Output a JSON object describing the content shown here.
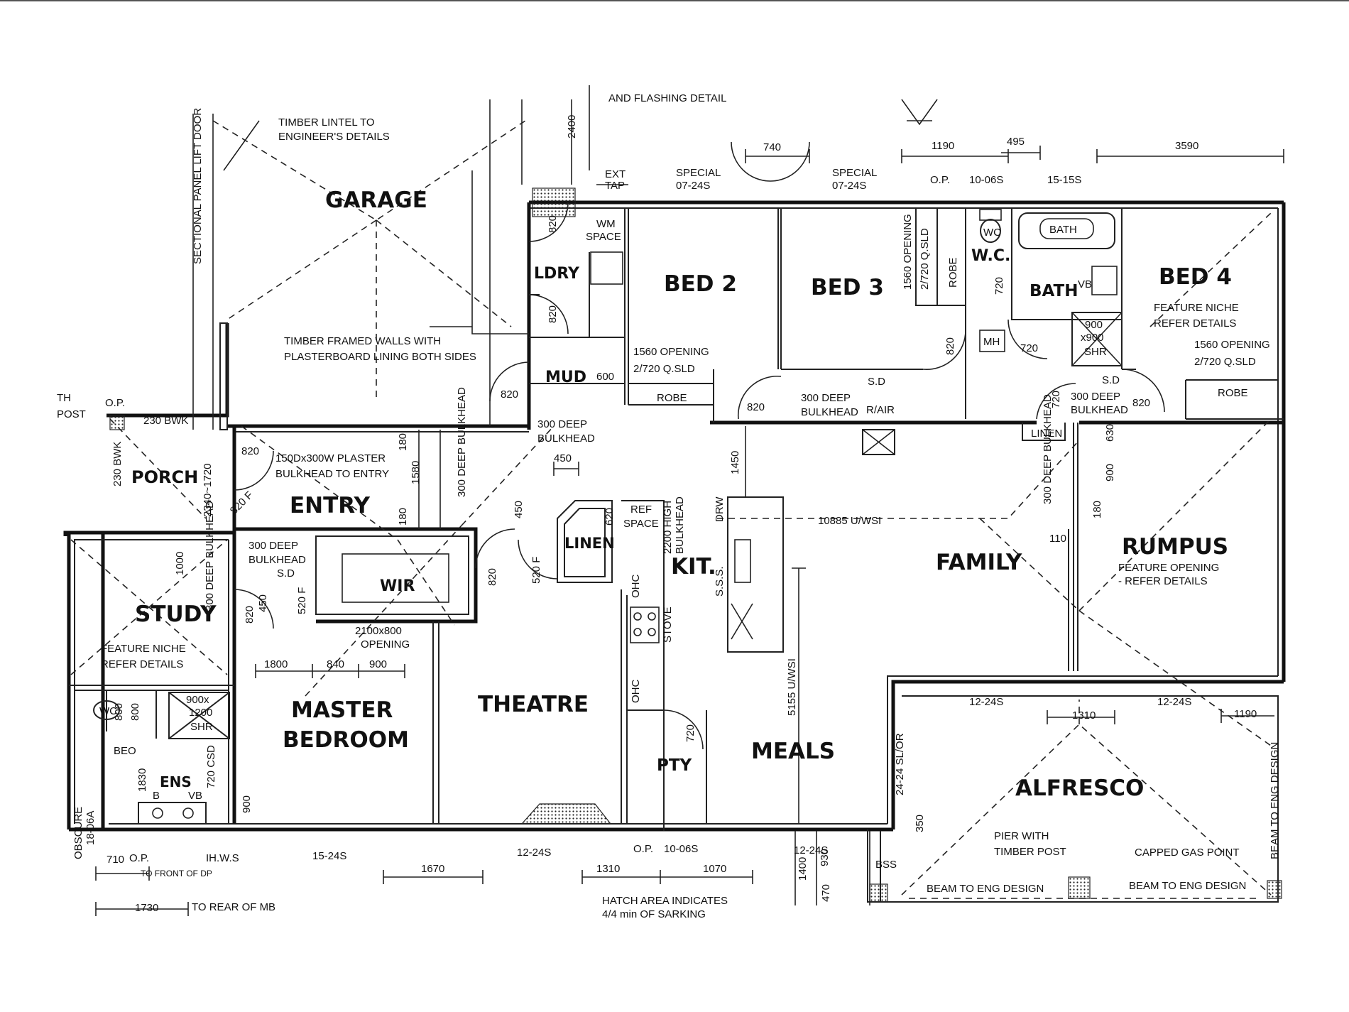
{
  "rooms": {
    "garage": "GARAGE",
    "ldry": "LDRY",
    "bed2": "BED 2",
    "bed3": "BED 3",
    "wc": "W.C.",
    "bath": "BATH",
    "bed4": "BED 4",
    "mud": "MUD",
    "porch": "PORCH",
    "entry": "ENTRY",
    "linen": "LINEN",
    "kit": "KIT.",
    "family": "FAMILY",
    "rumpus": "RUMPUS",
    "study": "STUDY",
    "wir": "WIR",
    "master_line1": "MASTER",
    "master_line2": "BEDROOM",
    "theatre": "THEATRE",
    "pty": "PTY",
    "meals": "MEALS",
    "alfresco": "ALFRESCO",
    "ens": "ENS"
  },
  "notes": {
    "timber_lintel_1": "TIMBER LINTEL TO",
    "timber_lintel_2": "ENGINEER'S DETAILS",
    "sectional_door": "SECTIONAL PANEL LIFT DOOR",
    "timber_walls_1": "TIMBER FRAMED WALLS WITH",
    "timber_walls_2": "PLASTERBOARD LINING BOTH SIDES",
    "wm_space_1": "WM",
    "wm_space_2": "SPACE",
    "ext_tap_1": "EXT",
    "ext_tap_2": "TAP",
    "special_1a": "SPECIAL",
    "special_1b": "07-24S",
    "special_2a": "SPECIAL",
    "special_2b": "07-24S",
    "op_top": "O.P.",
    "w_1006_top": "10-06S",
    "w_1515": "15-15S",
    "opening_1560_a": "1560 OPENING",
    "qsld_a": "2/720 Q.SLD",
    "opening_1560_v": "1560 OPENING",
    "qsld_v": "2/720 Q.SLD",
    "opening_1560_b": "1560 OPENING",
    "qsld_b": "2/720 Q.SLD",
    "robe_1": "ROBE",
    "robe_2": "ROBE",
    "robe_3": "ROBE",
    "feature_niche_1": "FEATURE NICHE",
    "refer_details_1": "REFER DETAILS",
    "feature_niche_2": "FEATURE NICHE",
    "refer_details_2": "REFER DETAILS",
    "shr_1": "900",
    "shr_2": "x900",
    "shr_3": "SHR",
    "mh": "MH",
    "sd_1": "S.D",
    "sd_2": "S.D",
    "sd_3": "S.D",
    "bulkhead_300_a1": "300 DEEP",
    "bulkhead_300_a2": "BULKHEAD",
    "bulkhead_300_b1": "300 DEEP",
    "bulkhead_300_b2": "BULKHEAD",
    "bulkhead_300_c1": "300 DEEP",
    "bulkhead_300_c2": "BULKHEAD",
    "bulkhead_300_d1": "300 DEEP",
    "bulkhead_300_d2": "BULKHEAD",
    "r_air": "R/AIR",
    "th_post_1": "TH",
    "th_post_2": "POST",
    "op_porch": "O.P.",
    "bwk_230": "230 BWK",
    "bwk_230_v": "230 BWK",
    "plaster_bulkhead_1": "150Dx300W PLASTER",
    "plaster_bulkhead_2": "BULKHEAD TO ENTRY",
    "ref_space_1": "REF",
    "ref_space_2": "SPACE",
    "high_bulkhead_1": "2200 HIGH",
    "high_bulkhead_2": "BULKHEAD",
    "drw": "DRW",
    "sss": "S.S.S.",
    "ohc_1": "OHC",
    "ohc_2": "OHC",
    "stove": "STOVE",
    "linen_2": "LINEN",
    "wsi_10885": "10885 U/WSI",
    "wsi_5155": "5155 U/WSI",
    "feature_opening_1": "FEATURE OPENING",
    "feature_opening_2": "- REFER DETAILS",
    "opening_2100": "2100x800",
    "opening_word": "OPENING",
    "shr_ens_1": "900x",
    "shr_ens_2": "1200",
    "shr_ens_3": "SHR",
    "wc_ens": "WC",
    "beo": "BEO",
    "b_label": "B",
    "vb_label": "VB",
    "vb_bath": "VB",
    "bath_tub": "BATH",
    "wc_top": "WC",
    "obscure_1": "OBSCURE",
    "obscure_2": "18-06A",
    "sl_or": "24-24 SL/OR",
    "w_1224_a": "12-24S",
    "w_1224_b": "12-24S",
    "w_1224_c": "12-24S",
    "w_1224_d": "12-24S",
    "w_1524": "15-24S",
    "op_bottom_1": "O.P.",
    "op_bottom_2": "O.P.",
    "w_1006_bottom": "10-06S",
    "hws": "IH.W.S",
    "front_dp": "TO FRONT OF DP",
    "rear_mb": "TO REAR OF MB",
    "hatch_1": "HATCH AREA INDICATES",
    "hatch_2": "4/4 min OF SARKING",
    "top_partial": "AND FLASHING DETAIL",
    "pier_1": "PIER WITH",
    "pier_2": "TIMBER POST",
    "gas_point": "CAPPED GAS POINT",
    "beam_1": "BEAM TO ENG DESIGN",
    "beam_2": "BEAM TO ENG DESIGN",
    "beam_3": "BEAM TO ENG DESIGN",
    "bss": "BSS",
    "csd": "720 CSD"
  },
  "dims": {
    "d2400": "2400",
    "d740": "740",
    "d1190_top": "1190",
    "d495": "495",
    "d3590": "3590",
    "d820_ldry": "820",
    "d820_mud": "820",
    "d820_mud2": "820",
    "d600": "600",
    "d720_wc": "720",
    "d820_bed3": "820",
    "d720_bath": "720",
    "d820_hall": "820",
    "d720_linen": "720",
    "d820_bed4": "820",
    "d820_entry": "820",
    "d820_porch": "820 F",
    "d2340": "2340~1720",
    "d180_a": "180",
    "d1580": "1580",
    "d180_b": "180",
    "d450": "450",
    "d450_b": "450",
    "d620": "620",
    "d520": "520 F",
    "d820_wir": "820",
    "d1450": "1450",
    "d630": "630",
    "d900_r": "900",
    "d180_r": "180",
    "d110": "110",
    "d1000": "1000",
    "d820_study": "820",
    "d450_study": "450",
    "d520_study": "520 F",
    "d1800": "1800",
    "d840": "840",
    "d900": "900",
    "d800_a": "800",
    "d800_b": "800",
    "d1830": "1830",
    "d900_ens": "900",
    "d720_pty": "720",
    "d1310": "1310",
    "d1190_b": "1190",
    "d350": "350",
    "d710": "710",
    "d1730": "1730",
    "d1670": "1670",
    "d1310_b": "1310",
    "d1070": "1070",
    "d1400": "1400",
    "d930": "930",
    "d470": "470"
  }
}
